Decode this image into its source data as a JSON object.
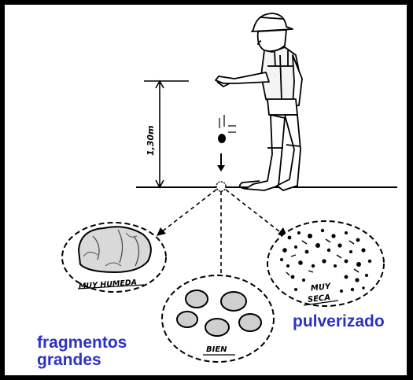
{
  "diagram": {
    "height_label": "1,30m",
    "samples": [
      {
        "id": "muy-humeda",
        "label": "MUY HUMEDA"
      },
      {
        "id": "bien",
        "label": "BIEN"
      },
      {
        "id": "muy-seca",
        "label_line1": "MUY",
        "label_line2": "SECA"
      }
    ],
    "annotations": {
      "fragmentos": "fragmentos",
      "grandes": "grandes",
      "pulverizado": "pulverizado"
    },
    "colors": {
      "annotation": "#2b33c6",
      "ink": "#000000",
      "frame": "#000000"
    }
  }
}
